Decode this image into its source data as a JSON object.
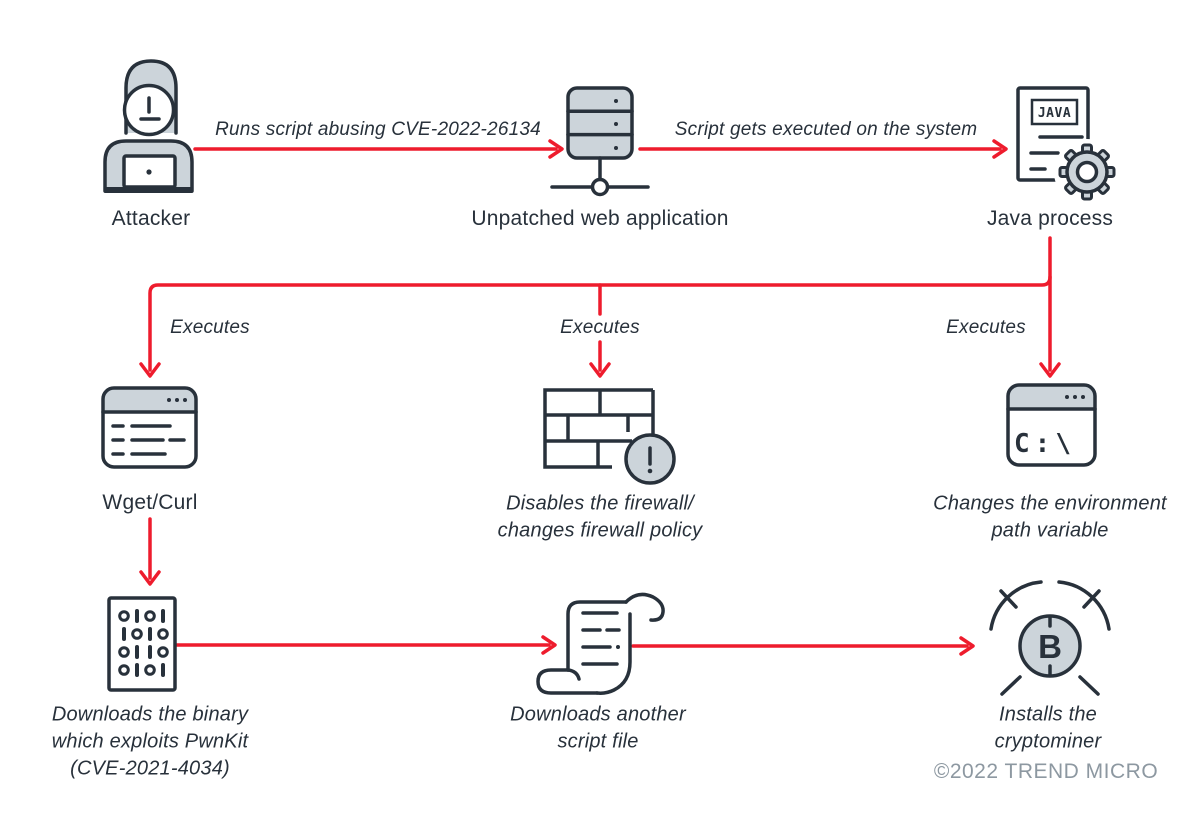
{
  "colors": {
    "ink": "#28313b",
    "accent_red": "#ee1c2d",
    "fill_gray": "#ccd4da",
    "footer_gray": "#8d98a1",
    "background": "#ffffff"
  },
  "nodes": {
    "attacker": {
      "label": "Attacker"
    },
    "web_application": {
      "label": "Unpatched web application"
    },
    "java_process": {
      "label": "Java process",
      "doc_text": "JAVA"
    },
    "wget_curl": {
      "label": "Wget/Curl"
    },
    "firewall": {
      "caption": [
        "Disables the firewall/",
        "changes firewall policy"
      ]
    },
    "environment_path": {
      "caption": [
        "Changes the environment",
        "path variable"
      ],
      "terminal_text": "C:\\"
    },
    "binary": {
      "caption": [
        "Downloads the binary",
        "which exploits PwnKit",
        "(CVE-2021-4034)"
      ],
      "digit_rows": [
        "0101",
        "1010",
        "0110",
        "0101"
      ]
    },
    "script_file": {
      "caption": [
        "Downloads another",
        "script file"
      ]
    },
    "cryptominer": {
      "caption": [
        "Installs the",
        "cryptominer"
      ],
      "coin_letter": "B"
    }
  },
  "edges": {
    "attacker_to_webapp": "Runs script abusing CVE-2022-26134",
    "webapp_to_java": "Script gets executed on the system",
    "executes_left": "Executes",
    "executes_middle": "Executes",
    "executes_right": "Executes"
  },
  "footer": "©2022 TREND MICRO"
}
